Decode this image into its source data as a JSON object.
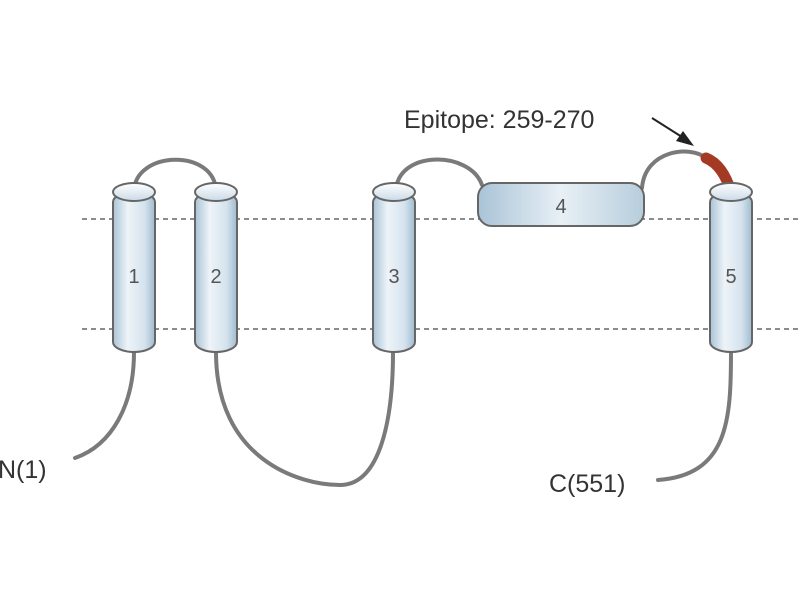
{
  "diagram": {
    "epitope_label": "Epitope: 259-270",
    "n_terminus_label": "N(1)",
    "c_terminus_label": "C(551)",
    "helices": [
      {
        "label": "1"
      },
      {
        "label": "2"
      },
      {
        "label": "3"
      },
      {
        "label": "4"
      },
      {
        "label": "5"
      }
    ],
    "colors": {
      "helix_fill_light": "#eef4f8",
      "helix_fill_dark": "#a9c3d6",
      "helix_outline": "#666666",
      "loop_line": "#7a7a7a",
      "membrane_line": "#666666",
      "epitope": "#a43a24",
      "background": "#ffffff"
    }
  }
}
